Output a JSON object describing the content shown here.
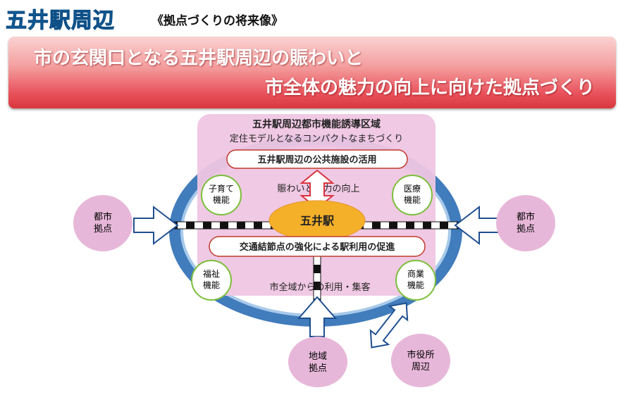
{
  "header": {
    "title": "五井駅周辺",
    "subtitle": "《拠点づくりの将来像》"
  },
  "banner": {
    "line1": "市の玄関口となる五井駅周辺の賑わいと",
    "line2": "市全体の魅力の向上に向けた拠点づくり"
  },
  "diagram": {
    "zone_title": "五井駅周辺都市機能誘導区域",
    "zone_subtitle": "定住モデルとなるコンパクトなまちづくり",
    "box_public": "五井駅周辺の公共施設の活用",
    "vitality": "賑わいと魅力の向上",
    "station": "五井駅",
    "box_transport": "交通結節点の強化による駅利用の促進",
    "citywide": "市全域からの利用・集客",
    "functions": {
      "childcare": [
        "子育て",
        "機能"
      ],
      "medical": [
        "医療",
        "機能"
      ],
      "welfare": [
        "福祉",
        "機能"
      ],
      "commerce": [
        "商業",
        "機能"
      ]
    },
    "hubs": {
      "city_left": [
        "都市",
        "拠点"
      ],
      "city_right": [
        "都市",
        "拠点"
      ],
      "regional": [
        "地域",
        "拠点"
      ],
      "cityhall": [
        "市役所",
        "周辺"
      ]
    },
    "colors": {
      "zone": "#efc6e3",
      "ring": "#1f6fb4",
      "station": "#f5b02a",
      "hub": "#e7b7d9",
      "arrow_red": "#d9333d"
    }
  }
}
